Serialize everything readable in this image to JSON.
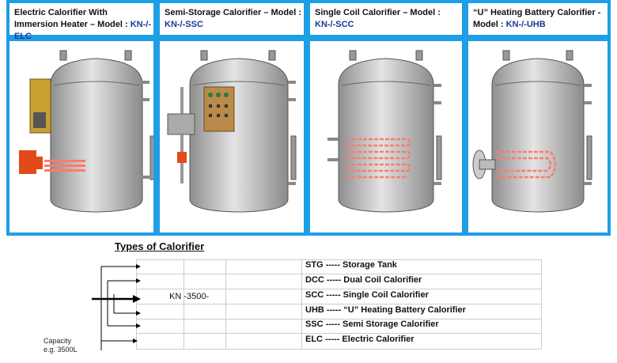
{
  "panels": [
    {
      "title": "Electric Calorifier With Immersion Heater – Model :",
      "model": "KN-/-ELC",
      "icon": "electric-calorifier"
    },
    {
      "title": "Semi-Storage Calorifier – Model :",
      "model": "KN-/-SSC",
      "icon": "semi-storage-calorifier"
    },
    {
      "title": "Single Coil Calorifier – Model :",
      "model": "KN-/-SCC",
      "icon": "single-coil-calorifier"
    },
    {
      "title": "“U” Heating Battery Calorifier - Model :",
      "model": "KN-/-UHB",
      "icon": "u-heating-battery-calorifier"
    }
  ],
  "types_title": "Types of Calorifier",
  "model_code": "KN -3500-",
  "capacity": {
    "label": "Capacity",
    "example": "e.g. 3500L"
  },
  "types": [
    {
      "code": "STG",
      "desc": "----- Storage Tank"
    },
    {
      "code": "DCC",
      "desc": "----- Dual Coil Calorifier"
    },
    {
      "code": "SCC",
      "desc": "----- Single Coil Calorifier"
    },
    {
      "code": "UHB",
      "desc": "----- “U” Heating Battery Calorifier"
    },
    {
      "code": "SSC",
      "desc": "----- Semi Storage Calorifier"
    },
    {
      "code": "ELC",
      "desc": "----- Electric Calorifier"
    }
  ],
  "colors": {
    "border": "#1e9ee6",
    "model": "#1a3a9a",
    "tank": "#b9b9b9",
    "heater": "#ff7b6b"
  }
}
